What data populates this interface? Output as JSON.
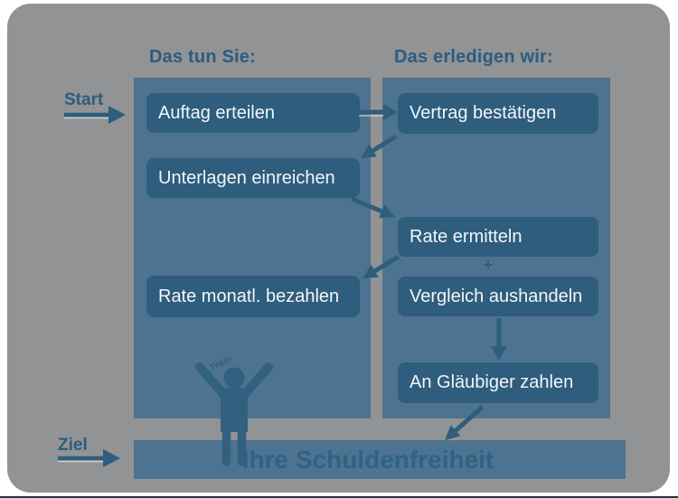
{
  "diagram": {
    "title_left_column": "Das tun Sie:",
    "title_right_column": "Das erledigen wir:",
    "start_label": "Start",
    "goal_label": "Ziel",
    "plus_sign": "+",
    "cheer_text": "Yes!!!",
    "goal_bar_text": "Ihre Schuldenfreiheit",
    "columns": {
      "left": {
        "header": "Das tun Sie:",
        "steps": [
          "Auftag erteilen",
          "Unterlagen einreichen",
          "Rate monatl. bezahlen"
        ]
      },
      "right": {
        "header": "Das erledigen wir:",
        "steps": [
          "Vertrag bestätigen",
          "Rate ermitteln",
          "Vergleich aushandeln",
          "An Gläubiger zahlen"
        ]
      }
    },
    "flow": [
      "Auftag erteilen → Vertrag bestätigen",
      "Vertrag bestätigen → Unterlagen einreichen",
      "Unterlagen einreichen → Rate ermitteln",
      "Rate ermitteln → Rate monatl. bezahlen",
      "Vergleich aushandeln → An Gläubiger zahlen",
      "An Gläubiger zahlen → Ihre Schuldenfreiheit"
    ]
  },
  "colors": {
    "gray": "#929394",
    "panel": "#4e7390",
    "box": "#2e5d7d",
    "dark": "#2b5c80",
    "white": "#f3f6f8",
    "bartext": "#306285",
    "arrow": "#2e5d7d",
    "figure": "#31617f"
  }
}
